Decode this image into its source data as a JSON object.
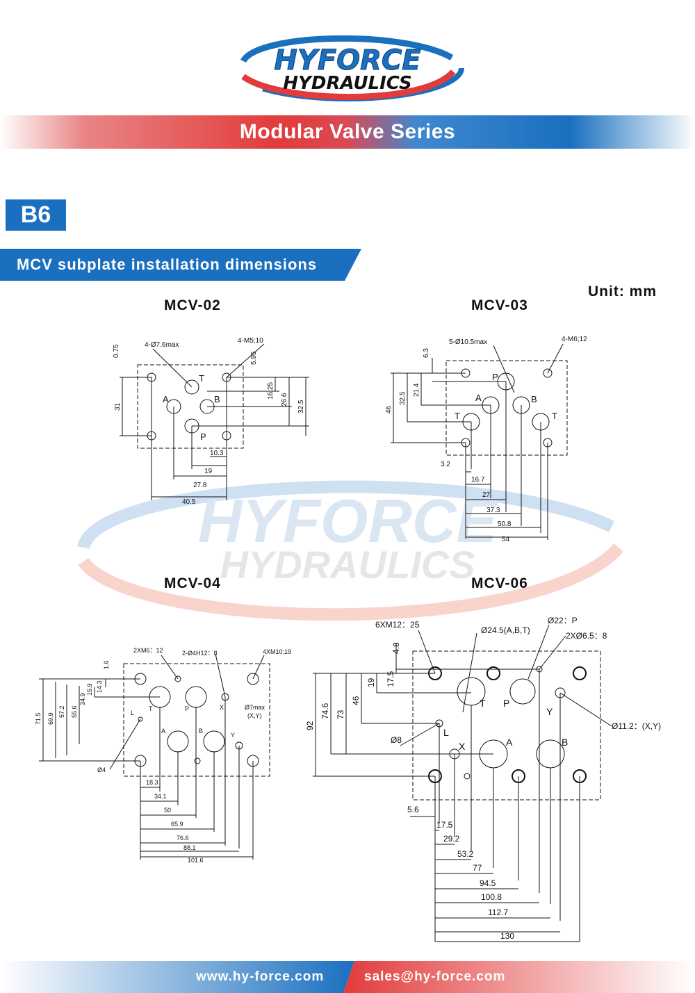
{
  "logo": {
    "line1": "HYFORCE",
    "line2": "HYDRAULICS"
  },
  "banner_title": "Modular Valve Series",
  "page_code": "B6",
  "section_title": "MCV subplate installation dimensions",
  "unit": "Unit: mm",
  "models": {
    "mcv02": {
      "title": "MCV-02",
      "labels": [
        "4-Ø7.6max",
        "4-M5;10",
        "T",
        "A",
        "B",
        "P"
      ],
      "dims": [
        "0.75",
        "31",
        "5.95",
        "16.25",
        "26.6",
        "32.5",
        "10.3",
        "19",
        "27.8",
        "40.5"
      ]
    },
    "mcv03": {
      "title": "MCV-03",
      "labels": [
        "5-Ø10.5max",
        "4-M6;12",
        "P",
        "A",
        "B",
        "T",
        "T"
      ],
      "dims": [
        "6.3",
        "46",
        "32.5",
        "21.4",
        "3.2",
        "16.7",
        "27",
        "37.3",
        "50.8",
        "54"
      ]
    },
    "mcv04": {
      "title": "MCV-04",
      "labels": [
        "2XM6：12",
        "2-Ø4H12：8",
        "4XM10;19",
        "Ø7max",
        "(X,Y)",
        "L",
        "T",
        "P",
        "X",
        "A",
        "B",
        "Y",
        "Ø4"
      ],
      "dims": [
        "1.6",
        "14.3",
        "15.9",
        "34.9",
        "55.6",
        "57.2",
        "69.9",
        "71.5",
        "18.3",
        "34.1",
        "50",
        "65.9",
        "76.6",
        "88.1",
        "101.6"
      ]
    },
    "mcv06": {
      "title": "MCV-06",
      "labels": [
        "6XM12：25",
        "Ø24.5(A,B,T)",
        "Ø22：P",
        "2XØ6.5：8",
        "Ø11.2：(X,Y)",
        "Ø8",
        "T",
        "P",
        "Y",
        "L",
        "X",
        "A",
        "B"
      ],
      "dims": [
        "4.8",
        "17.5",
        "19",
        "46",
        "73",
        "74.6",
        "92",
        "5.6",
        "17.5",
        "29.2",
        "53.2",
        "77",
        "94.5",
        "100.8",
        "112.7",
        "130"
      ]
    }
  },
  "footer": {
    "website": "www.hy-force.com",
    "email": "sales@hy-force.com"
  },
  "colors": {
    "blue": "#1a6fbf",
    "red": "#e23b3b"
  }
}
